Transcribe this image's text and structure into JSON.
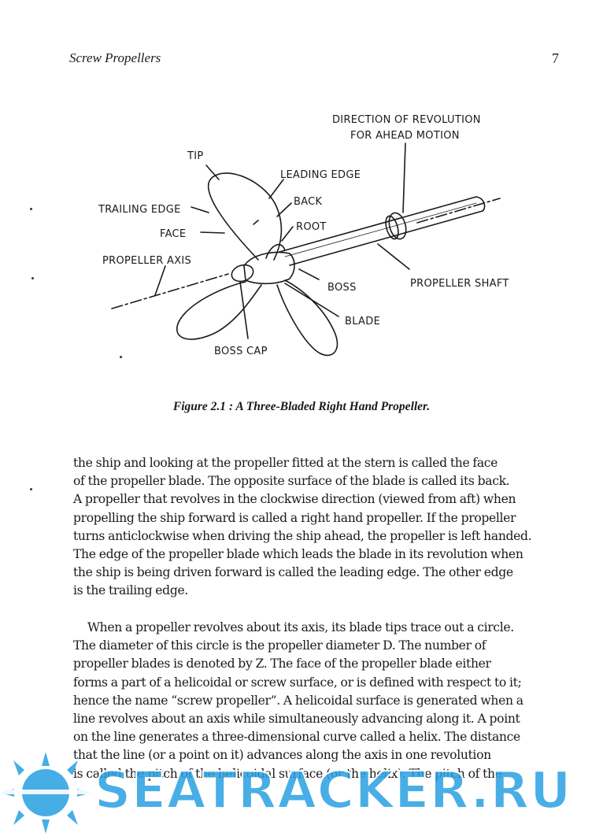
{
  "header": {
    "running_title": "Screw Propellers",
    "page_number": "7"
  },
  "figure": {
    "labels": {
      "direction_line1": "DIRECTION OF REVOLUTION",
      "direction_line2": "FOR AHEAD MOTION",
      "tip": "TIP",
      "leading_edge": "LEADING EDGE",
      "trailing_edge": "TRAILING EDGE",
      "back": "BACK",
      "root": "ROOT",
      "face": "FACE",
      "propeller_axis": "PROPELLER AXIS",
      "boss": "BOSS",
      "propeller_shaft": "PROPELLER SHAFT",
      "blade": "BLADE",
      "boss_cap": "BOSS CAP"
    },
    "caption": "Figure 2.1 : A Three-Bladed Right Hand Propeller."
  },
  "body": {
    "paragraph_1": [
      "the ship and looking at the propeller fitted at the stern is called the face",
      "of the propeller blade. The opposite surface of the blade is called its back.",
      "A propeller that revolves in the clockwise direction (viewed from aft) when",
      "propelling the ship forward is called a right hand propeller. If the propeller",
      "turns anticlockwise when driving the ship ahead, the propeller is left handed.",
      "The edge of the propeller blade which leads the blade in its revolution when",
      "the ship is being driven forward is called the leading edge. The other edge",
      "is the trailing edge."
    ],
    "paragraph_2": [
      "When a propeller revolves about its axis, its blade tips trace out a circle.",
      "The diameter of this circle is the propeller diameter D. The number of",
      "propeller blades is denoted by Z. The face of the propeller blade either",
      "forms a part of a helicoidal or screw surface, or is defined with respect to it;",
      "hence the name “screw propeller”. A helicoidal surface is generated when a",
      "line revolves about an axis while simultaneously advancing along it. A point",
      "on the line generates a three-dimensional curve called a helix. The distance",
      "that the line (or a point on it) advances along the axis in one revolution",
      "is called the pitch of the helicoidal surface (or the helix). The pitch of the"
    ]
  },
  "watermark": {
    "text": "SEATRACKER.RU",
    "color": "#28a0e1"
  }
}
